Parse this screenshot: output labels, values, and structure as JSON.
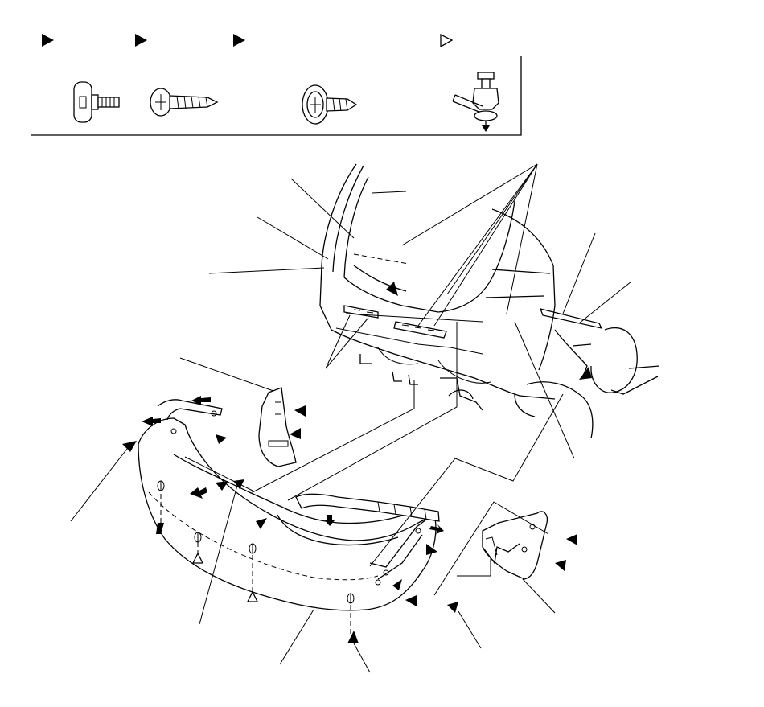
{
  "legend": {
    "fasteners": [
      {
        "icon": "flange-bolt-icon",
        "marker": "filled-triangle"
      },
      {
        "icon": "tapping-screw-icon",
        "marker": "filled-triangle"
      },
      {
        "icon": "washer-screw-icon",
        "marker": "filled-triangle"
      },
      {
        "icon": "clip-icon",
        "marker": "hollow-triangle"
      }
    ]
  },
  "diagram": {
    "subject": "rear-bumper-exploded-view"
  }
}
